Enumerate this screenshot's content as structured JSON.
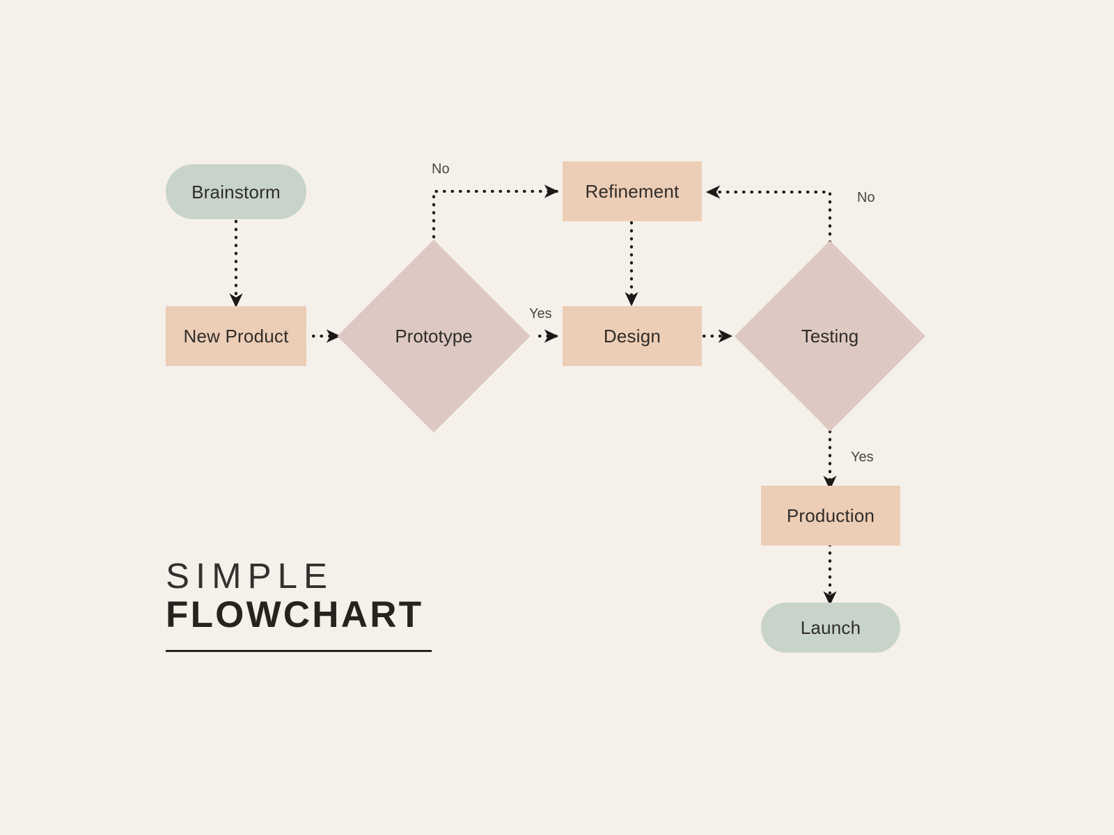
{
  "title": {
    "line1": "SIMPLE",
    "line2": "FLOWCHART"
  },
  "colors": {
    "background": "#f5f0ea",
    "terminator": "#c8d4c9",
    "process": "#eccdb6",
    "decision": "#ddc9c2",
    "text": "#2f2c29",
    "connector": "#1c1a18"
  },
  "nodes": [
    {
      "id": "brainstorm",
      "label": "Brainstorm",
      "shape": "terminator"
    },
    {
      "id": "new-product",
      "label": "New Product",
      "shape": "process"
    },
    {
      "id": "prototype",
      "label": "Prototype",
      "shape": "decision"
    },
    {
      "id": "refinement",
      "label": "Refinement",
      "shape": "process"
    },
    {
      "id": "design",
      "label": "Design",
      "shape": "process"
    },
    {
      "id": "testing",
      "label": "Testing",
      "shape": "decision"
    },
    {
      "id": "production",
      "label": "Production",
      "shape": "process"
    },
    {
      "id": "launch",
      "label": "Launch",
      "shape": "terminator"
    }
  ],
  "edges": [
    {
      "id": "brainstorm-to-new-product",
      "from": "brainstorm",
      "to": "new-product",
      "label": ""
    },
    {
      "id": "new-product-to-prototype",
      "from": "new-product",
      "to": "prototype",
      "label": ""
    },
    {
      "id": "prototype-no-refinement",
      "from": "prototype",
      "to": "refinement",
      "label": "No"
    },
    {
      "id": "prototype-yes-design",
      "from": "prototype",
      "to": "design",
      "label": "Yes"
    },
    {
      "id": "refinement-to-design",
      "from": "refinement",
      "to": "design",
      "label": ""
    },
    {
      "id": "design-to-testing",
      "from": "design",
      "to": "testing",
      "label": ""
    },
    {
      "id": "testing-no-refinement",
      "from": "testing",
      "to": "refinement",
      "label": "No"
    },
    {
      "id": "testing-yes-production",
      "from": "testing",
      "to": "production",
      "label": "Yes"
    },
    {
      "id": "production-to-launch",
      "from": "production",
      "to": "launch",
      "label": ""
    }
  ],
  "edge_labels": {
    "prototype_no": "No",
    "prototype_yes": "Yes",
    "testing_no": "No",
    "testing_yes": "Yes"
  }
}
